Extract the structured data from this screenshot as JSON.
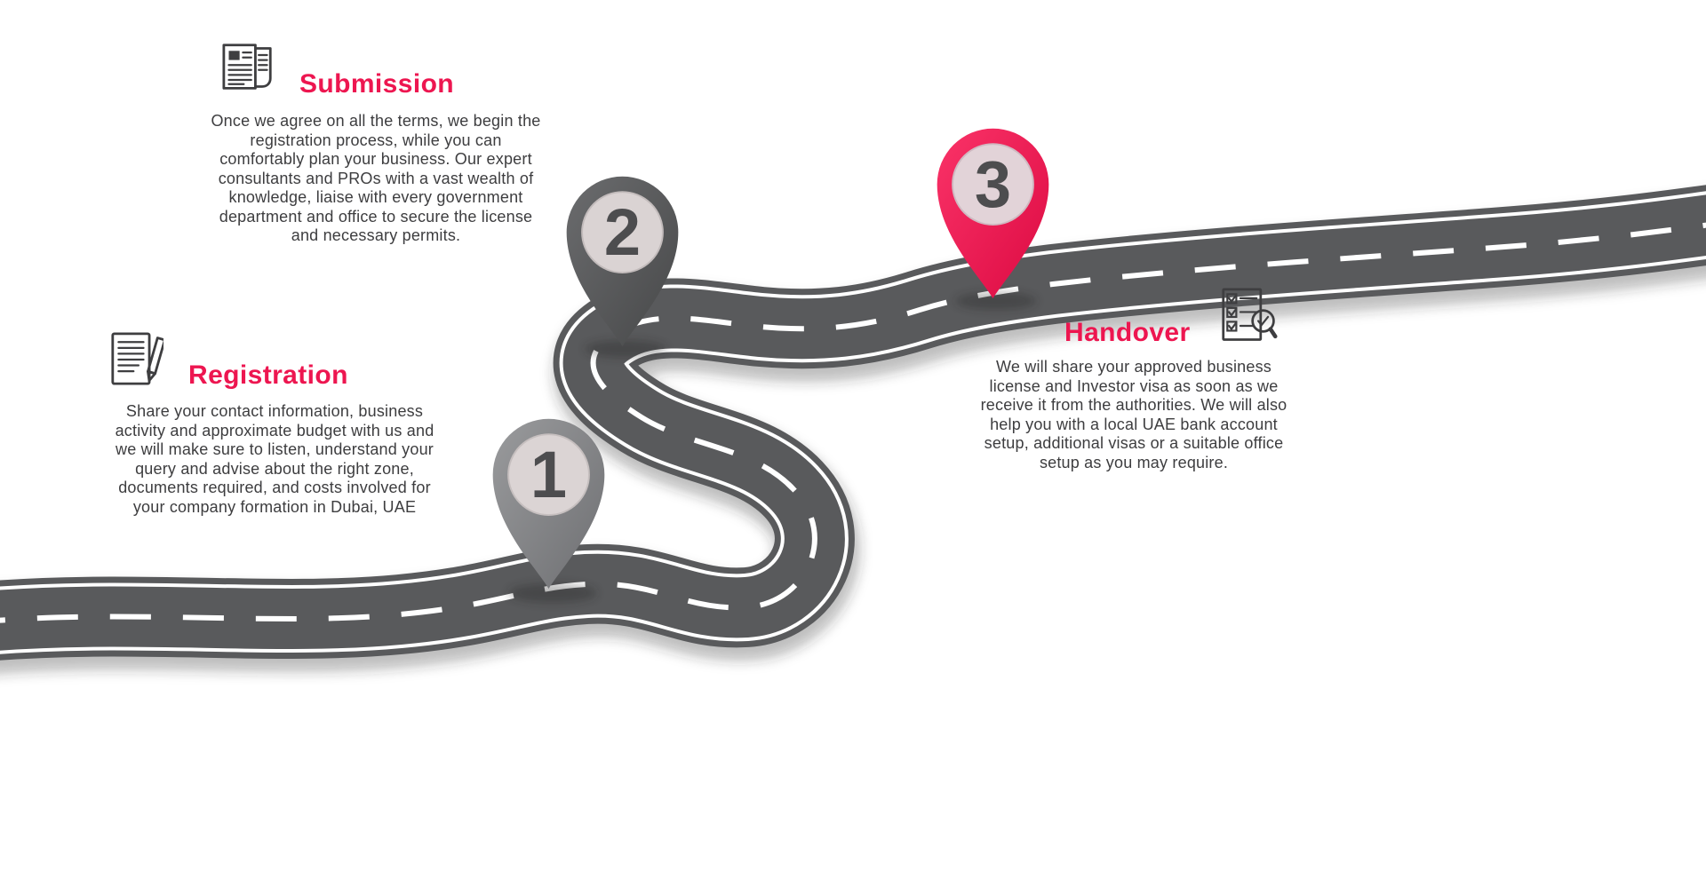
{
  "steps": [
    {
      "number": "1",
      "title": "Registration",
      "description": "Share your contact information, business activity and approximate budget with us and we will make sure to listen, understand your query and advise about the right zone, documents required, and costs involved for your company formation in Dubai, UAE",
      "icon": "document-pencil-icon",
      "pin_color": "#87888A"
    },
    {
      "number": "2",
      "title": "Submission",
      "description": "Once we agree on all the terms, we begin the registration process, while you can comfortably plan your business. Our expert consultants and PROs with a vast wealth of knowledge, liaise with every government department and office to secure the license and necessary permits.",
      "icon": "newspaper-documents-icon",
      "pin_color": "#58595B"
    },
    {
      "number": "3",
      "title": "Handover",
      "description": "We will share your approved business license and Investor visa as soon as we receive it from the authorities. We will also help you with a local UAE bank account setup, additional visas or a suitable office setup as you may require.",
      "icon": "checklist-magnifier-icon",
      "pin_color": "#ED1650"
    }
  ],
  "colors": {
    "accent": "#ED1650",
    "road": "#595A5C",
    "road_markings": "#FFFFFF",
    "body_text": "#3D3D3F",
    "pin_inner": "#DBD4D4",
    "pin_number": "#4D4D4F"
  }
}
